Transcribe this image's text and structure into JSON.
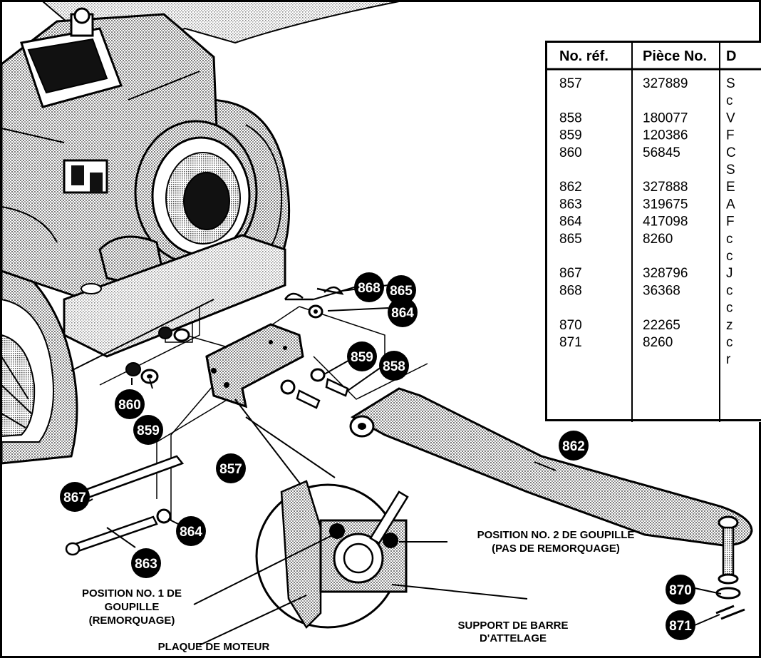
{
  "table": {
    "headers": [
      "No. réf.",
      "Pièce No.",
      "D"
    ],
    "rows": [
      {
        "ref": "857",
        "part": "327889",
        "desc": "S"
      },
      {
        "ref": "",
        "part": "",
        "desc": "c"
      },
      {
        "ref": "858",
        "part": "180077",
        "desc": "V"
      },
      {
        "ref": "859",
        "part": "120386",
        "desc": "F"
      },
      {
        "ref": "860",
        "part": "56845",
        "desc": "C"
      },
      {
        "ref": "",
        "part": "",
        "desc": "S"
      },
      {
        "ref": "862",
        "part": "327888",
        "desc": "E"
      },
      {
        "ref": "863",
        "part": "319675",
        "desc": "A"
      },
      {
        "ref": "864",
        "part": "417098",
        "desc": "F"
      },
      {
        "ref": "865",
        "part": "8260",
        "desc": "c"
      },
      {
        "ref": "",
        "part": "",
        "desc": "c"
      },
      {
        "ref": "867",
        "part": "328796",
        "desc": "J"
      },
      {
        "ref": "868",
        "part": "36368",
        "desc": "c"
      },
      {
        "ref": "",
        "part": "",
        "desc": "c"
      },
      {
        "ref": "870",
        "part": "22265",
        "desc": "z"
      },
      {
        "ref": "871",
        "part": "8260",
        "desc": "c"
      },
      {
        "ref": "",
        "part": "",
        "desc": "r"
      }
    ]
  },
  "callouts": {
    "c857": "857",
    "c858": "858",
    "c859a": "859",
    "c859b": "859",
    "c860": "860",
    "c862": "862",
    "c863": "863",
    "c864a": "864",
    "c864b": "864",
    "c865": "865",
    "c867": "867",
    "c868": "868",
    "c870": "870",
    "c871": "871"
  },
  "annotations": {
    "pin2": [
      "POSITION NO. 2 DE GOUPILLE",
      "(PAS DE REMORQUAGE)"
    ],
    "pin1": [
      "POSITION NO. 1 DE",
      "GOUPILLE",
      "(REMORQUAGE)"
    ],
    "bracket": [
      "SUPPORT DE BARRE",
      "D'ATTELAGE"
    ],
    "engine_plate": [
      "PLAQUE DE MOTEUR"
    ]
  },
  "colors": {
    "ink": "#000000",
    "stipple": "#b8b8b8",
    "light_stipple": "#d4d4d4",
    "paper": "#ffffff"
  }
}
